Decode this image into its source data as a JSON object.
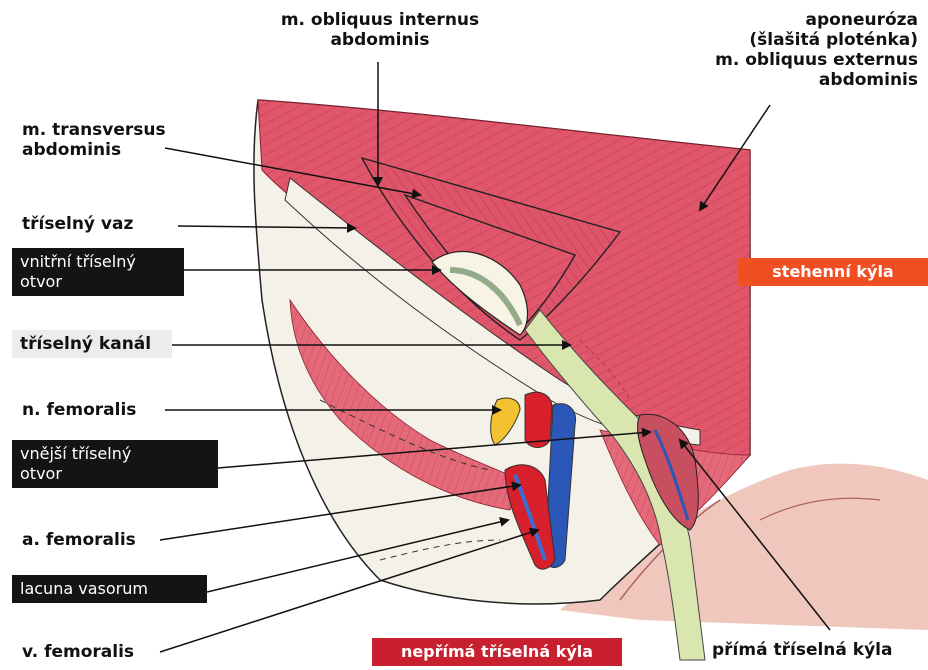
{
  "colors": {
    "muscle": "#e0566a",
    "muscle_dark": "#b93348",
    "skin": "#f0c7bd",
    "ligament": "#f4f1e8",
    "artery": "#d81f2c",
    "vein": "#2b57b8",
    "nerve": "#f2c230",
    "cord": "#d9e6b0",
    "box_orange": "#f04e23",
    "box_red": "#c8202e",
    "box_dark": "#141414",
    "box_light": "#ececec"
  },
  "labels": {
    "obliquus_internus": "m. obliquus internus\nabdominis",
    "aponeurosis": "aponeuróza\n(šlašitá ploténka)\nm. obliquus externus\nabdominis",
    "transversus": "m. transversus\nabdominis",
    "triselny_vaz": "tříselný vaz",
    "vnitrni_otvor": "vnitřní tříselný\notvor",
    "triselny_kanal": "tříselný kanál",
    "n_femoralis": "n. femoralis",
    "vnejsi_otvor": "vnější tříselný\notvor",
    "a_femoralis": "a. femoralis",
    "lacuna_vasorum": "lacuna vasorum",
    "v_femoralis": "v. femoralis",
    "stehenni_kyla": "stehenní kýla",
    "neprima_kyla": "nepřímá tříselná kýla",
    "prima_kyla": "přímá tříselná kýla"
  },
  "icons": {
    "arrowhead": "arrowhead-icon"
  }
}
